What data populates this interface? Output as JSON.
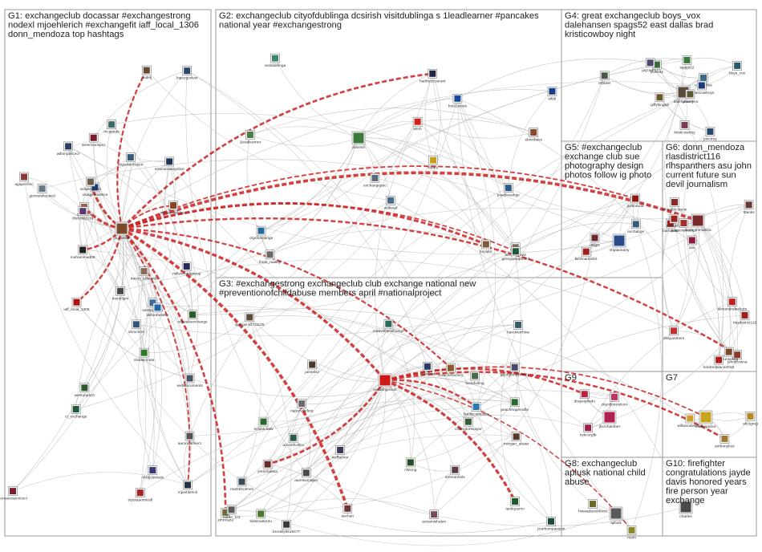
{
  "groups": [
    {
      "id": "G1",
      "lines": [
        "G1: exchangeclub docassar #exchangestrong",
        "nodexl mjoehlerich #exchangefit iaff_local_1306",
        "donn_mendoza top hashtags"
      ]
    },
    {
      "id": "G2",
      "lines": [
        "G2: exchangeclub cityofdublinga dcsirish visitdublinga s 1leadlearner #pancakes",
        "national year #exchangestrong"
      ]
    },
    {
      "id": "G3",
      "lines": [
        "G3: #exchangestrong exchangeclub club exchange national new",
        "#preventionofchildabuse members april #nationalproject"
      ]
    },
    {
      "id": "G4",
      "lines": [
        "G4: great exchangeclub boys_vox",
        "dalehansen spags52 east dallas brad",
        "kristicowboy night"
      ]
    },
    {
      "id": "G5",
      "lines": [
        "G5: #exchangeclub",
        "exchange club sue",
        "photography design",
        "photos follow ig photo"
      ]
    },
    {
      "id": "G6",
      "lines": [
        "G6: donn_mendoza",
        "rlasdistrict116",
        "rlhspanthers asu john",
        "current future sun",
        "devil journalism"
      ]
    },
    {
      "id": "G7",
      "lines": [
        "G7"
      ]
    },
    {
      "id": "G8",
      "lines": [
        "G8: exchangeclub",
        "aplusk national child",
        "abuse"
      ]
    },
    {
      "id": "G9",
      "lines": [
        "G9"
      ]
    },
    {
      "id": "G10",
      "lines": [
        "G10: firefighter",
        "congratulations jayde",
        "davis honored years",
        "fire person year",
        "exchange"
      ]
    }
  ],
  "nodes": [
    {
      "g": "G1",
      "label": "humaneservicecr",
      "color": "#7a2030"
    },
    {
      "g": "G1",
      "label": "wiltonpolicecr",
      "color": "#2c3e66"
    },
    {
      "g": "G1",
      "label": "westportgov",
      "color": "#3a6b9a"
    },
    {
      "g": "G1",
      "label": "ct_exchange",
      "color": "#1f5c3a"
    },
    {
      "g": "G1",
      "label": "wiltonbulletin",
      "color": "#2266aa"
    },
    {
      "g": "G1",
      "label": "ctsaleinnote",
      "color": "#2f7a2f"
    },
    {
      "g": "G1",
      "label": "newcanaanpolice",
      "color": "#1d3357"
    },
    {
      "g": "G1",
      "label": "westonpsch",
      "color": "#2b5d2b"
    },
    {
      "g": "G1",
      "label": "dudelj",
      "color": "#6b4a32"
    },
    {
      "g": "G1",
      "label": "tracey_edwards",
      "color": "#8a6a5a"
    },
    {
      "g": "G1",
      "label": "aaronguthier1",
      "color": "#555555"
    },
    {
      "g": "G1",
      "label": "docassar",
      "color": "#7a4a2a"
    },
    {
      "g": "G1",
      "label": "webdocuments",
      "color": "#445566"
    },
    {
      "g": "G1",
      "label": "vbruce44",
      "color": "#335577"
    },
    {
      "g": "G1",
      "label": "mjoehlerich",
      "color": "#223344"
    },
    {
      "g": "G1",
      "label": "cliarr159",
      "color": "#996644"
    },
    {
      "g": "G1",
      "label": "missionkiddcaa",
      "color": "#884422"
    },
    {
      "g": "G1",
      "label": "genesishoused",
      "color": "#667788"
    },
    {
      "g": "G1",
      "label": "usagymnastics",
      "color": "#1a3a7a"
    },
    {
      "g": "G1",
      "label": "norwalkexchange",
      "color": "#2a5a2a"
    },
    {
      "g": "G1",
      "label": "childjustcectr",
      "color": "#3a3a7a"
    },
    {
      "g": "G1",
      "label": "agapecfinc",
      "color": "#8a3a3a"
    },
    {
      "g": "G1",
      "label": "montclpm",
      "color": "#4a4a4a"
    },
    {
      "g": "G1",
      "label": "americanspcc",
      "color": "#7a1a2a"
    },
    {
      "g": "G1",
      "label": "lopezgovlew",
      "color": "#2a4a6a"
    },
    {
      "g": "G1",
      "label": "lifebold2016",
      "color": "#5a3a6a"
    },
    {
      "g": "G1",
      "label": "toyotaaonticell",
      "color": "#aa2222"
    },
    {
      "g": "G1",
      "label": "mcaptide",
      "color": "#3a6a6a"
    },
    {
      "g": "G1",
      "label": "vidales_alva",
      "color": "#6a5a4a"
    },
    {
      "g": "G1",
      "label": "muhammad08",
      "color": "#222222"
    },
    {
      "g": "G1",
      "label": "iaff_local_1306",
      "color": "#aa1111"
    },
    {
      "g": "G1",
      "label": "experiencejcm",
      "color": "#3a5a7a"
    },
    {
      "g": "G1",
      "label": "millvernedjgroup",
      "color": "#2a2a5a"
    },
    {
      "g": "G2",
      "label": "postlivesthge",
      "color": "#2a5a8a"
    },
    {
      "g": "G2",
      "label": "rotary",
      "color": "#c8a020"
    },
    {
      "g": "G2",
      "label": "wdbead",
      "color": "#4a6a8a"
    },
    {
      "g": "G2",
      "label": "ebivebsvs",
      "color": "#8a4a2a"
    },
    {
      "g": "G2",
      "label": "fox61news",
      "color": "#1a4aa0"
    },
    {
      "g": "G2",
      "label": "wtnh",
      "color": "#d02020"
    },
    {
      "g": "G2",
      "label": "dcsirish",
      "color": "#3a7a3a"
    },
    {
      "g": "G2",
      "label": "bsoider",
      "color": "#7a5a3a"
    },
    {
      "g": "G2",
      "label": "cityofdublinga",
      "color": "#2a6a9a"
    },
    {
      "g": "G2",
      "label": "1leadlearner",
      "color": "#4a7a4a"
    },
    {
      "g": "G2",
      "label": "visitdublinga",
      "color": "#3a8a6a"
    },
    {
      "g": "G2",
      "label": "wfsb",
      "color": "#1a3a8a"
    },
    {
      "g": "G2",
      "label": "hartfordcourant",
      "color": "#222244"
    },
    {
      "g": "G2",
      "label": "exchangepec",
      "color": "#5a6a7a"
    },
    {
      "g": "G2",
      "label": "frank_malloy",
      "color": "#6a6a6a"
    },
    {
      "g": "G2",
      "label": "benjonesww",
      "color": "#7a6a5a"
    },
    {
      "g": "G2",
      "label": "georgiadeptofed",
      "color": "#1a5a3a"
    },
    {
      "g": "G3",
      "label": "lindafurling",
      "color": "#4a6a4a"
    },
    {
      "g": "G3",
      "label": "exchangeclub",
      "color": "#d01818"
    },
    {
      "g": "G3",
      "label": "djaeger10711125",
      "color": "#5a4a3a"
    },
    {
      "g": "G3",
      "label": "npdchief",
      "color": "#2a3a6a"
    },
    {
      "g": "G3",
      "label": "covingtonmayor",
      "color": "#3a5a3a"
    },
    {
      "g": "G3",
      "label": "kolachefactory",
      "color": "#8a5a2a"
    },
    {
      "g": "G3",
      "label": "georgemaymay1",
      "color": "#4a4a6a"
    },
    {
      "g": "G3",
      "label": "aschan",
      "color": "#6a3a3a"
    },
    {
      "g": "G3",
      "label": "eclubtchaw",
      "color": "#2a6a2a"
    },
    {
      "g": "G3",
      "label": "johnnaza",
      "color": "#6a6a3a"
    },
    {
      "g": "G3",
      "label": "annamwhalen",
      "color": "#7a4a5a"
    },
    {
      "g": "G3",
      "label": "carrie_t13",
      "color": "#5a5a5a"
    },
    {
      "g": "G3",
      "label": "brookly9519477",
      "color": "#3a3a3a"
    },
    {
      "g": "G3",
      "label": "chilong",
      "color": "#2a4a2a"
    },
    {
      "g": "G3",
      "label": "jamessz",
      "color": "#4a3a2a"
    },
    {
      "g": "G3",
      "label": "acnorthvillco",
      "color": "#2a5a4a"
    },
    {
      "g": "G3",
      "label": "markbholmes",
      "color": "#3a4a5a"
    },
    {
      "g": "G3",
      "label": "emmanhols",
      "color": "#5a3a4a"
    },
    {
      "g": "G3",
      "label": "mauvilmexchange",
      "color": "#2a6a5a"
    },
    {
      "g": "G3",
      "label": "kidsmatter2u",
      "color": "#4a7a2a"
    },
    {
      "g": "G3",
      "label": "jestorbassa",
      "color": "#6a2a2a"
    },
    {
      "g": "G3",
      "label": "hanoverrhine",
      "color": "#3a5a6a"
    },
    {
      "g": "G3",
      "label": "tanilquemn",
      "color": "#1a5a2a"
    },
    {
      "g": "G3",
      "label": "yourkompassion",
      "color": "#1a4a3a"
    },
    {
      "g": "G3",
      "label": "familycompass",
      "color": "#2a7ab0"
    },
    {
      "g": "G3",
      "label": "aurelioonaper",
      "color": "#4a4a4a"
    },
    {
      "g": "G3",
      "label": "peachhapenville",
      "color": "#2a6a2a"
    },
    {
      "g": "G3",
      "label": "napervillefest",
      "color": "#6a6a6a"
    },
    {
      "g": "G3",
      "label": "morgan_abasz",
      "color": "#5a3a2a"
    },
    {
      "g": "G3",
      "label": "mcfbymor",
      "color": "#3a3a5a"
    },
    {
      "g": "G4",
      "label": "colyer/lles",
      "color": "#3a6a8a"
    },
    {
      "g": "G4",
      "label": "dallascowboys",
      "color": "#1a3a7a"
    },
    {
      "g": "G4",
      "label": "erbbee",
      "color": "#4a5a4a"
    },
    {
      "g": "G4",
      "label": "dalehansen",
      "color": "#5a4a3a"
    },
    {
      "g": "G4",
      "label": "kristicowboy",
      "color": "#7a3a5a"
    },
    {
      "g": "G4",
      "label": "boys_vox",
      "color": "#2a5a6a"
    },
    {
      "g": "G4",
      "label": "spags52",
      "color": "#3a7a3a"
    },
    {
      "g": "G4",
      "label": "giffykings3",
      "color": "#6a5a2a"
    },
    {
      "g": "G4",
      "label": "joectrey",
      "color": "#2a4a6a"
    },
    {
      "g": "G4",
      "label": "bluss51",
      "color": "#3a6a3a"
    },
    {
      "g": "G4",
      "label": "jaycie/r17",
      "color": "#4a4a6a"
    },
    {
      "g": "G4",
      "label": "grannyno",
      "color": "#5a5a3a"
    },
    {
      "g": "G5",
      "label": "nhplanearty",
      "color": "#2a4a8a"
    },
    {
      "g": "G5",
      "label": "exchange",
      "color": "#3a5a7a"
    },
    {
      "g": "G5",
      "label": "justinrudd",
      "color": "#8a1a1a"
    },
    {
      "g": "G5",
      "label": "dhljps",
      "color": "#6a2a2a"
    },
    {
      "g": "G5",
      "label": "birdmanbob4",
      "color": "#a02020"
    },
    {
      "g": "G6",
      "label": "asu",
      "color": "#8a1a3a"
    },
    {
      "g": "G6",
      "label": "donn_mendoza",
      "color": "#7a2a2a"
    },
    {
      "g": "G6",
      "label": "rlhspanthers",
      "color": "#c03030"
    },
    {
      "g": "G6",
      "label": "johnbrowna",
      "color": "#8a3a2a"
    },
    {
      "g": "G6",
      "label": "rlasdistrict116",
      "color": "#a02020"
    },
    {
      "g": "G6",
      "label": "tbanks",
      "color": "#6a3a3a"
    },
    {
      "g": "G6",
      "label": "alexandraleekers",
      "color": "#c02020"
    },
    {
      "g": "G6",
      "label": "counseling",
      "color": "#7a4a2a"
    },
    {
      "g": "G6",
      "label": "barfalusa",
      "color": "#a01818"
    },
    {
      "g": "G6",
      "label": "tharvehill",
      "color": "#9a2222"
    },
    {
      "g": "G6",
      "label": "wheelerconnie",
      "color": "#8a2a2a"
    },
    {
      "g": "G6",
      "label": "kindredplace2018",
      "color": "#b02020"
    },
    {
      "g": "G6",
      "label": "jasmonestarsh",
      "color": "#a03030"
    },
    {
      "g": "G7",
      "label": "lindnepolice",
      "color": "#c8a020"
    },
    {
      "g": "G7",
      "label": "willwoodvillage",
      "color": "#d0a030"
    },
    {
      "g": "G7",
      "label": "alo3greg",
      "color": "#b08a20"
    },
    {
      "g": "G7",
      "label": "anthonybux",
      "color": "#a07a30"
    },
    {
      "g": "G8",
      "label": "aplusk",
      "color": "#5a5a5a"
    },
    {
      "g": "G8",
      "label": "hiwaadaneblocm",
      "color": "#6a6a2a"
    },
    {
      "g": "G8",
      "label": "mom",
      "color": "#8a8a2a"
    },
    {
      "g": "G9",
      "label": "jbcrchamber",
      "color": "#b02050"
    },
    {
      "g": "G9",
      "label": "cityofjonesboro",
      "color": "#c03060"
    },
    {
      "g": "G9",
      "label": "nykcorgfb",
      "color": "#a02050"
    },
    {
      "g": "G9",
      "label": "drepeighsdo",
      "color": "#c02040"
    },
    {
      "g": "G10",
      "label": "charles",
      "color": "#4a4a4a"
    }
  ]
}
